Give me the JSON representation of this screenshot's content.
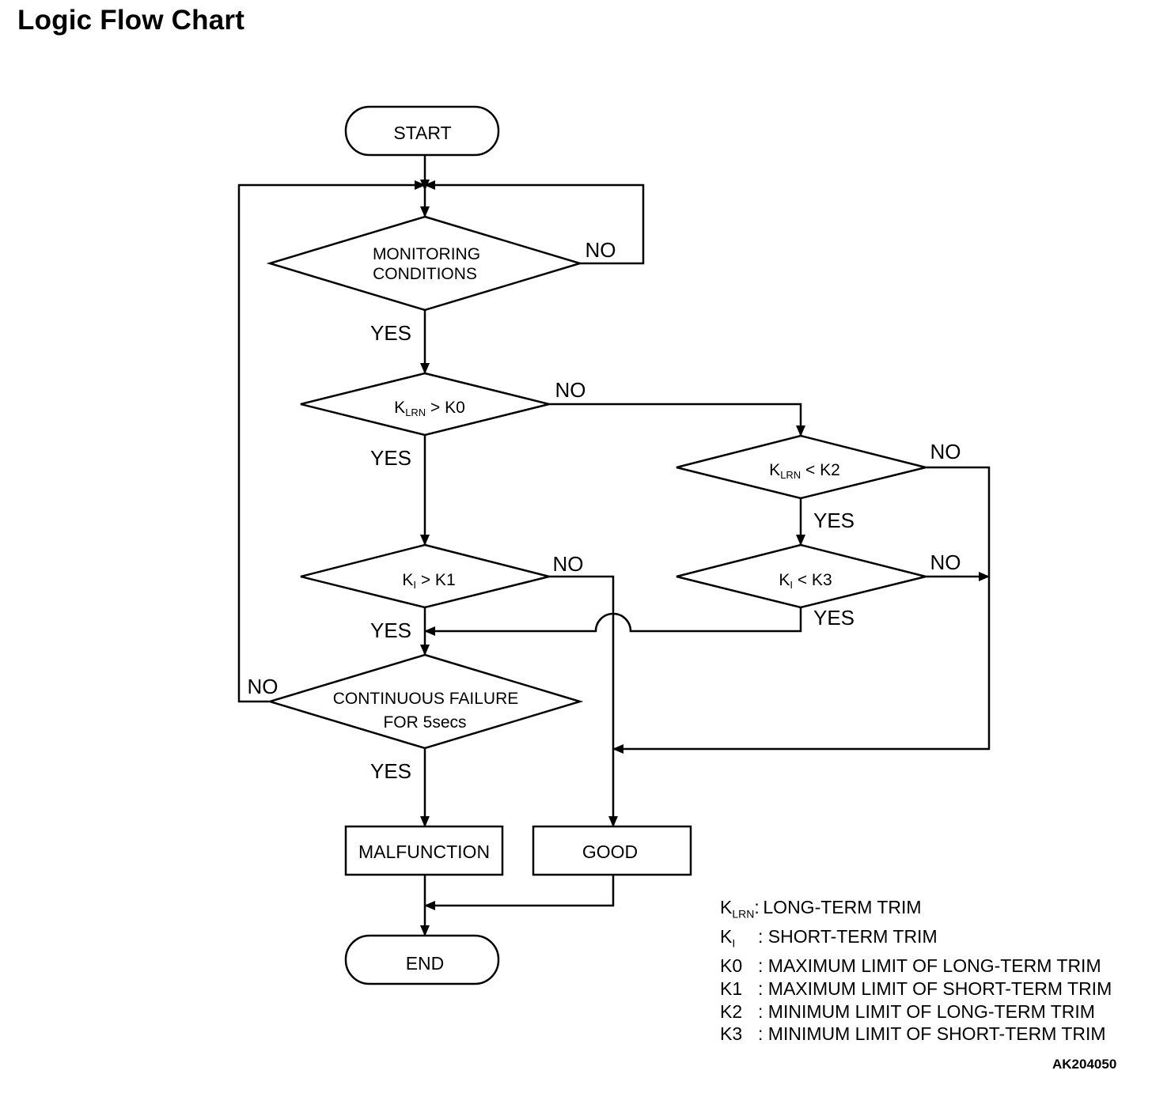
{
  "title": "Logic Flow Chart",
  "figure_code": "AK204050",
  "nodes": {
    "start": "START",
    "monitoring": [
      "MONITORING",
      "CONDITIONS"
    ],
    "klrn_gt_k0": {
      "sym": "K",
      "sub": "LRN",
      "rest": " > K0"
    },
    "klrn_lt_k2": {
      "sym": "K",
      "sub": "LRN",
      "rest": " < K2"
    },
    "ki_gt_k1": {
      "sym": "K",
      "sub": "I",
      "rest": " > K1"
    },
    "ki_lt_k3": {
      "sym": "K",
      "sub": "I",
      "rest": " < K3"
    },
    "continuous": [
      "CONTINUOUS FAILURE",
      "FOR 5secs"
    ],
    "malfunction": "MALFUNCTION",
    "good": "GOOD",
    "end": "END"
  },
  "edge_labels": {
    "yes": "YES",
    "no": "NO"
  },
  "legend": [
    {
      "sym": "K",
      "sub": "LRN",
      "colon": ":",
      "text": " LONG-TERM TRIM"
    },
    {
      "sym": "K",
      "sub": "I",
      "colon": ":",
      "text": " SHORT-TERM TRIM"
    },
    {
      "sym": "K0",
      "sub": "",
      "colon": ":",
      "text": " MAXIMUM LIMIT OF LONG-TERM TRIM"
    },
    {
      "sym": "K1",
      "sub": "",
      "colon": ":",
      "text": " MAXIMUM LIMIT OF SHORT-TERM TRIM"
    },
    {
      "sym": "K2",
      "sub": "",
      "colon": ":",
      "text": " MINIMUM LIMIT OF LONG-TERM TRIM"
    },
    {
      "sym": "K3",
      "sub": "",
      "colon": ":",
      "text": " MINIMUM LIMIT OF SHORT-TERM TRIM"
    }
  ]
}
